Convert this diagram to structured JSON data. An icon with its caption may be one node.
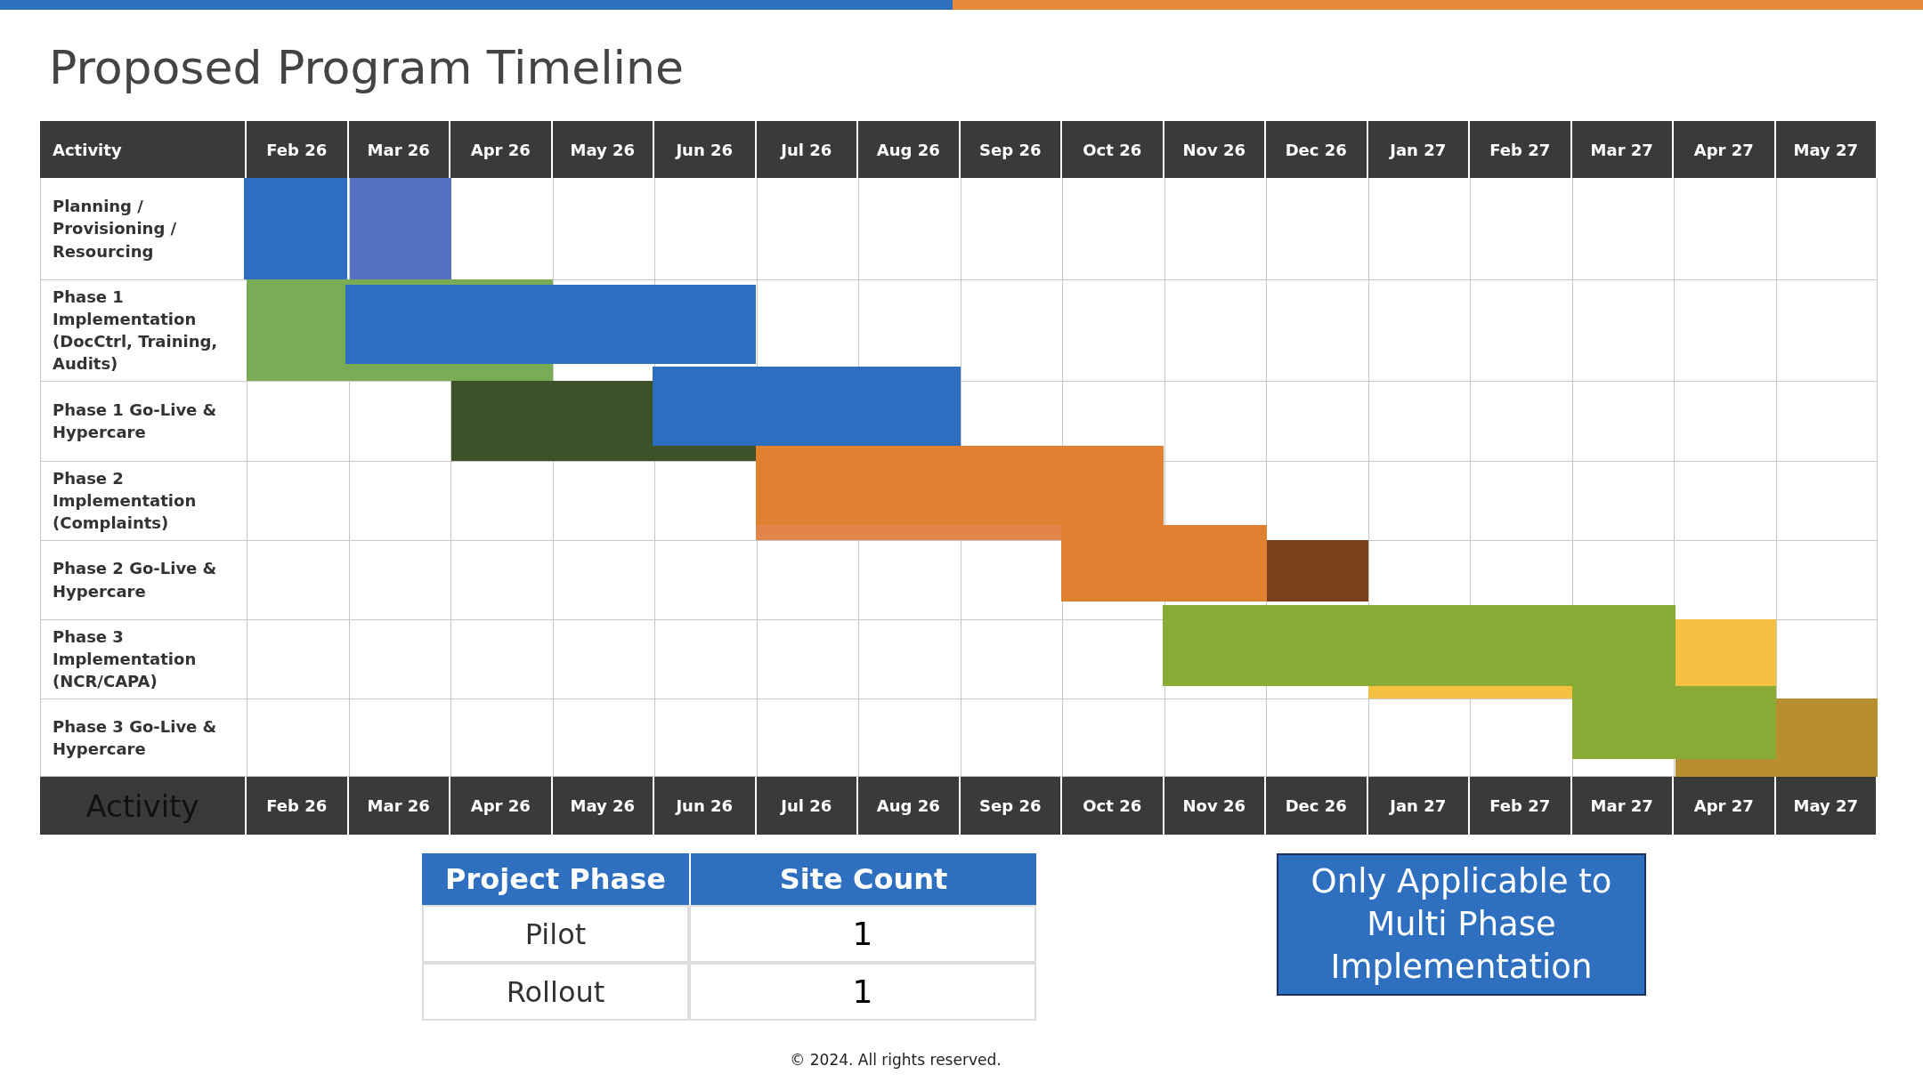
{
  "diagram": {
    "title": "Proposed Program Timeline",
    "nodes": [
      {
        "text": [],
        "shape": "bar"
      },
      {
        "text": [],
        "shape": "bar"
      },
      {
        "text": [],
        "shape": "bar"
      },
      {
        "text": [],
        "shape": "bar"
      },
      {
        "text": [],
        "shape": "bar"
      },
      {
        "text": [],
        "shape": "bar"
      },
      {
        "text": [],
        "shape": "bar"
      },
      {
        "text": [],
        "shape": "bar"
      },
      {
        "text": [],
        "shape": "bar"
      },
      {
        "text": [],
        "shape": "bar"
      },
      {
        "text": [],
        "shape": "bar"
      },
      {
        "text": [],
        "shape": "bar"
      },
      {
        "text": [],
        "shape": "bar"
      },
      {
        "text": [],
        "shape": "bar"
      },
      {
        "text": [],
        "shape": "bar"
      },
      {
        "text": [],
        "shape": "bar"
      },
      {
        "text": [],
        "shape": "bar"
      },
      {
        "text": [],
        "shape": "bar"
      },
      {
        "text": [],
        "shape": "bar"
      },
      {
        "text": [
          "Only Applicable to Multi Phase Implementation"
        ]
      }
    ],
    "labels": [
      "Activity",
      "Feb 26",
      "Mar 26",
      "Apr 26",
      "May 26",
      "Jun 26",
      "Jul 26",
      "Aug 26",
      "Sep 26",
      "Oct 26",
      "Nov 26",
      "Dec 26",
      "Jan 27",
      "Feb 27",
      "Mar 27",
      "Apr 27",
      "May 27",
      "Planning / Provisioning / Resourcing",
      "Phase 1 Implementation (DocCtrl, Training, Audits)",
      "Phase 1 Go-Live & Hypercare",
      "Phase 2 Implementation (Complaints)",
      "Phase 2 Go-Live & Hypercare",
      "Phase 3 Implementation (NCR/CAPA)",
      "Phase 3 Go-Live & Hypercare",
      "Activity",
      "Feb 26",
      "Mar 26",
      "Apr 26",
      "May 26",
      "Jun 26",
      "Jul 26",
      "Aug 26",
      "Sep 26",
      "Oct 26",
      "Nov 26",
      "Dec 26",
      "Jan 27",
      "Feb 27",
      "Mar 27",
      "Apr 27",
      "May 27",
      "Project Phase",
      "Site Count",
      "Pilot",
      "1",
      "Rollout",
      "1",
      "© 2024. All rights reserved."
    ]
  }
}
